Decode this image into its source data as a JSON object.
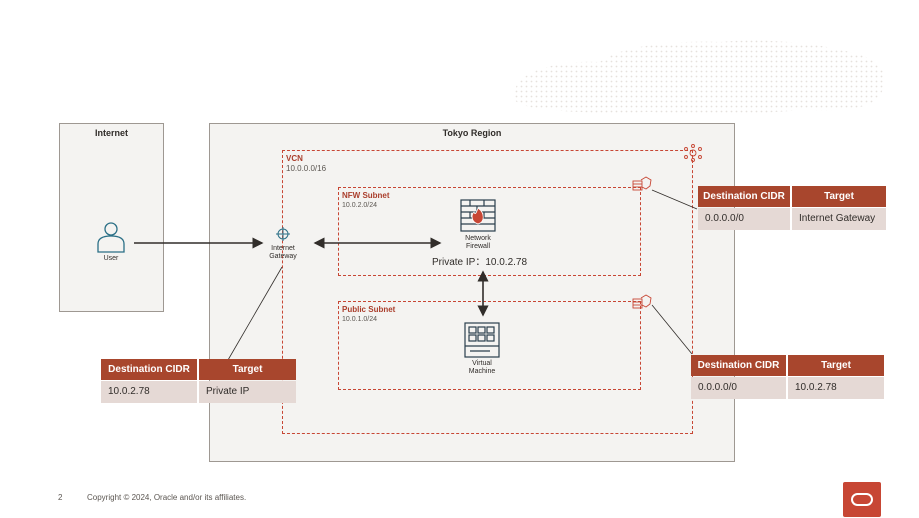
{
  "internet": {
    "title": "Internet"
  },
  "region": {
    "title": "Tokyo Region"
  },
  "vcn": {
    "label": "VCN",
    "cidr": "10.0.0.0/16"
  },
  "nfw_subnet": {
    "label": "NFW Subnet",
    "cidr": "10.0.2.0/24"
  },
  "public_subnet": {
    "label": "Public Subnet",
    "cidr": "10.0.1.0/24"
  },
  "user": {
    "label": "User"
  },
  "igw": {
    "label_line1": "Internet",
    "label_line2": "Gateway"
  },
  "firewall": {
    "label_line1": "Network",
    "label_line2": "Firewall",
    "private_ip": "Private IP：10.0.2.78"
  },
  "vm": {
    "label_line1": "Virtual",
    "label_line2": "Machine"
  },
  "route_tables": {
    "nfw": {
      "col1": "Destination CIDR",
      "col2": "Target",
      "dest": "0.0.0.0/0",
      "target": "Internet Gateway"
    },
    "public": {
      "col1": "Destination CIDR",
      "col2": "Target",
      "dest": "0.0.0.0/0",
      "target": "10.0.2.78"
    },
    "igw": {
      "col1": "Destination CIDR",
      "col2": "Target",
      "dest": "10.0.2.78",
      "target": "Private IP"
    }
  },
  "footer": {
    "page_number": "2",
    "copyright": "Copyright © 2024, Oracle and/or its affiliates."
  },
  "colors": {
    "oracle_red": "#c74634",
    "header_red": "#a8462d",
    "row_fill": "#e5d9d5",
    "panel": "#f4f3f1"
  },
  "icons": [
    "user-icon",
    "internet-gateway-icon",
    "network-firewall-icon",
    "virtual-machine-icon",
    "route-table-icon",
    "vcn-icon",
    "oracle-logo"
  ]
}
